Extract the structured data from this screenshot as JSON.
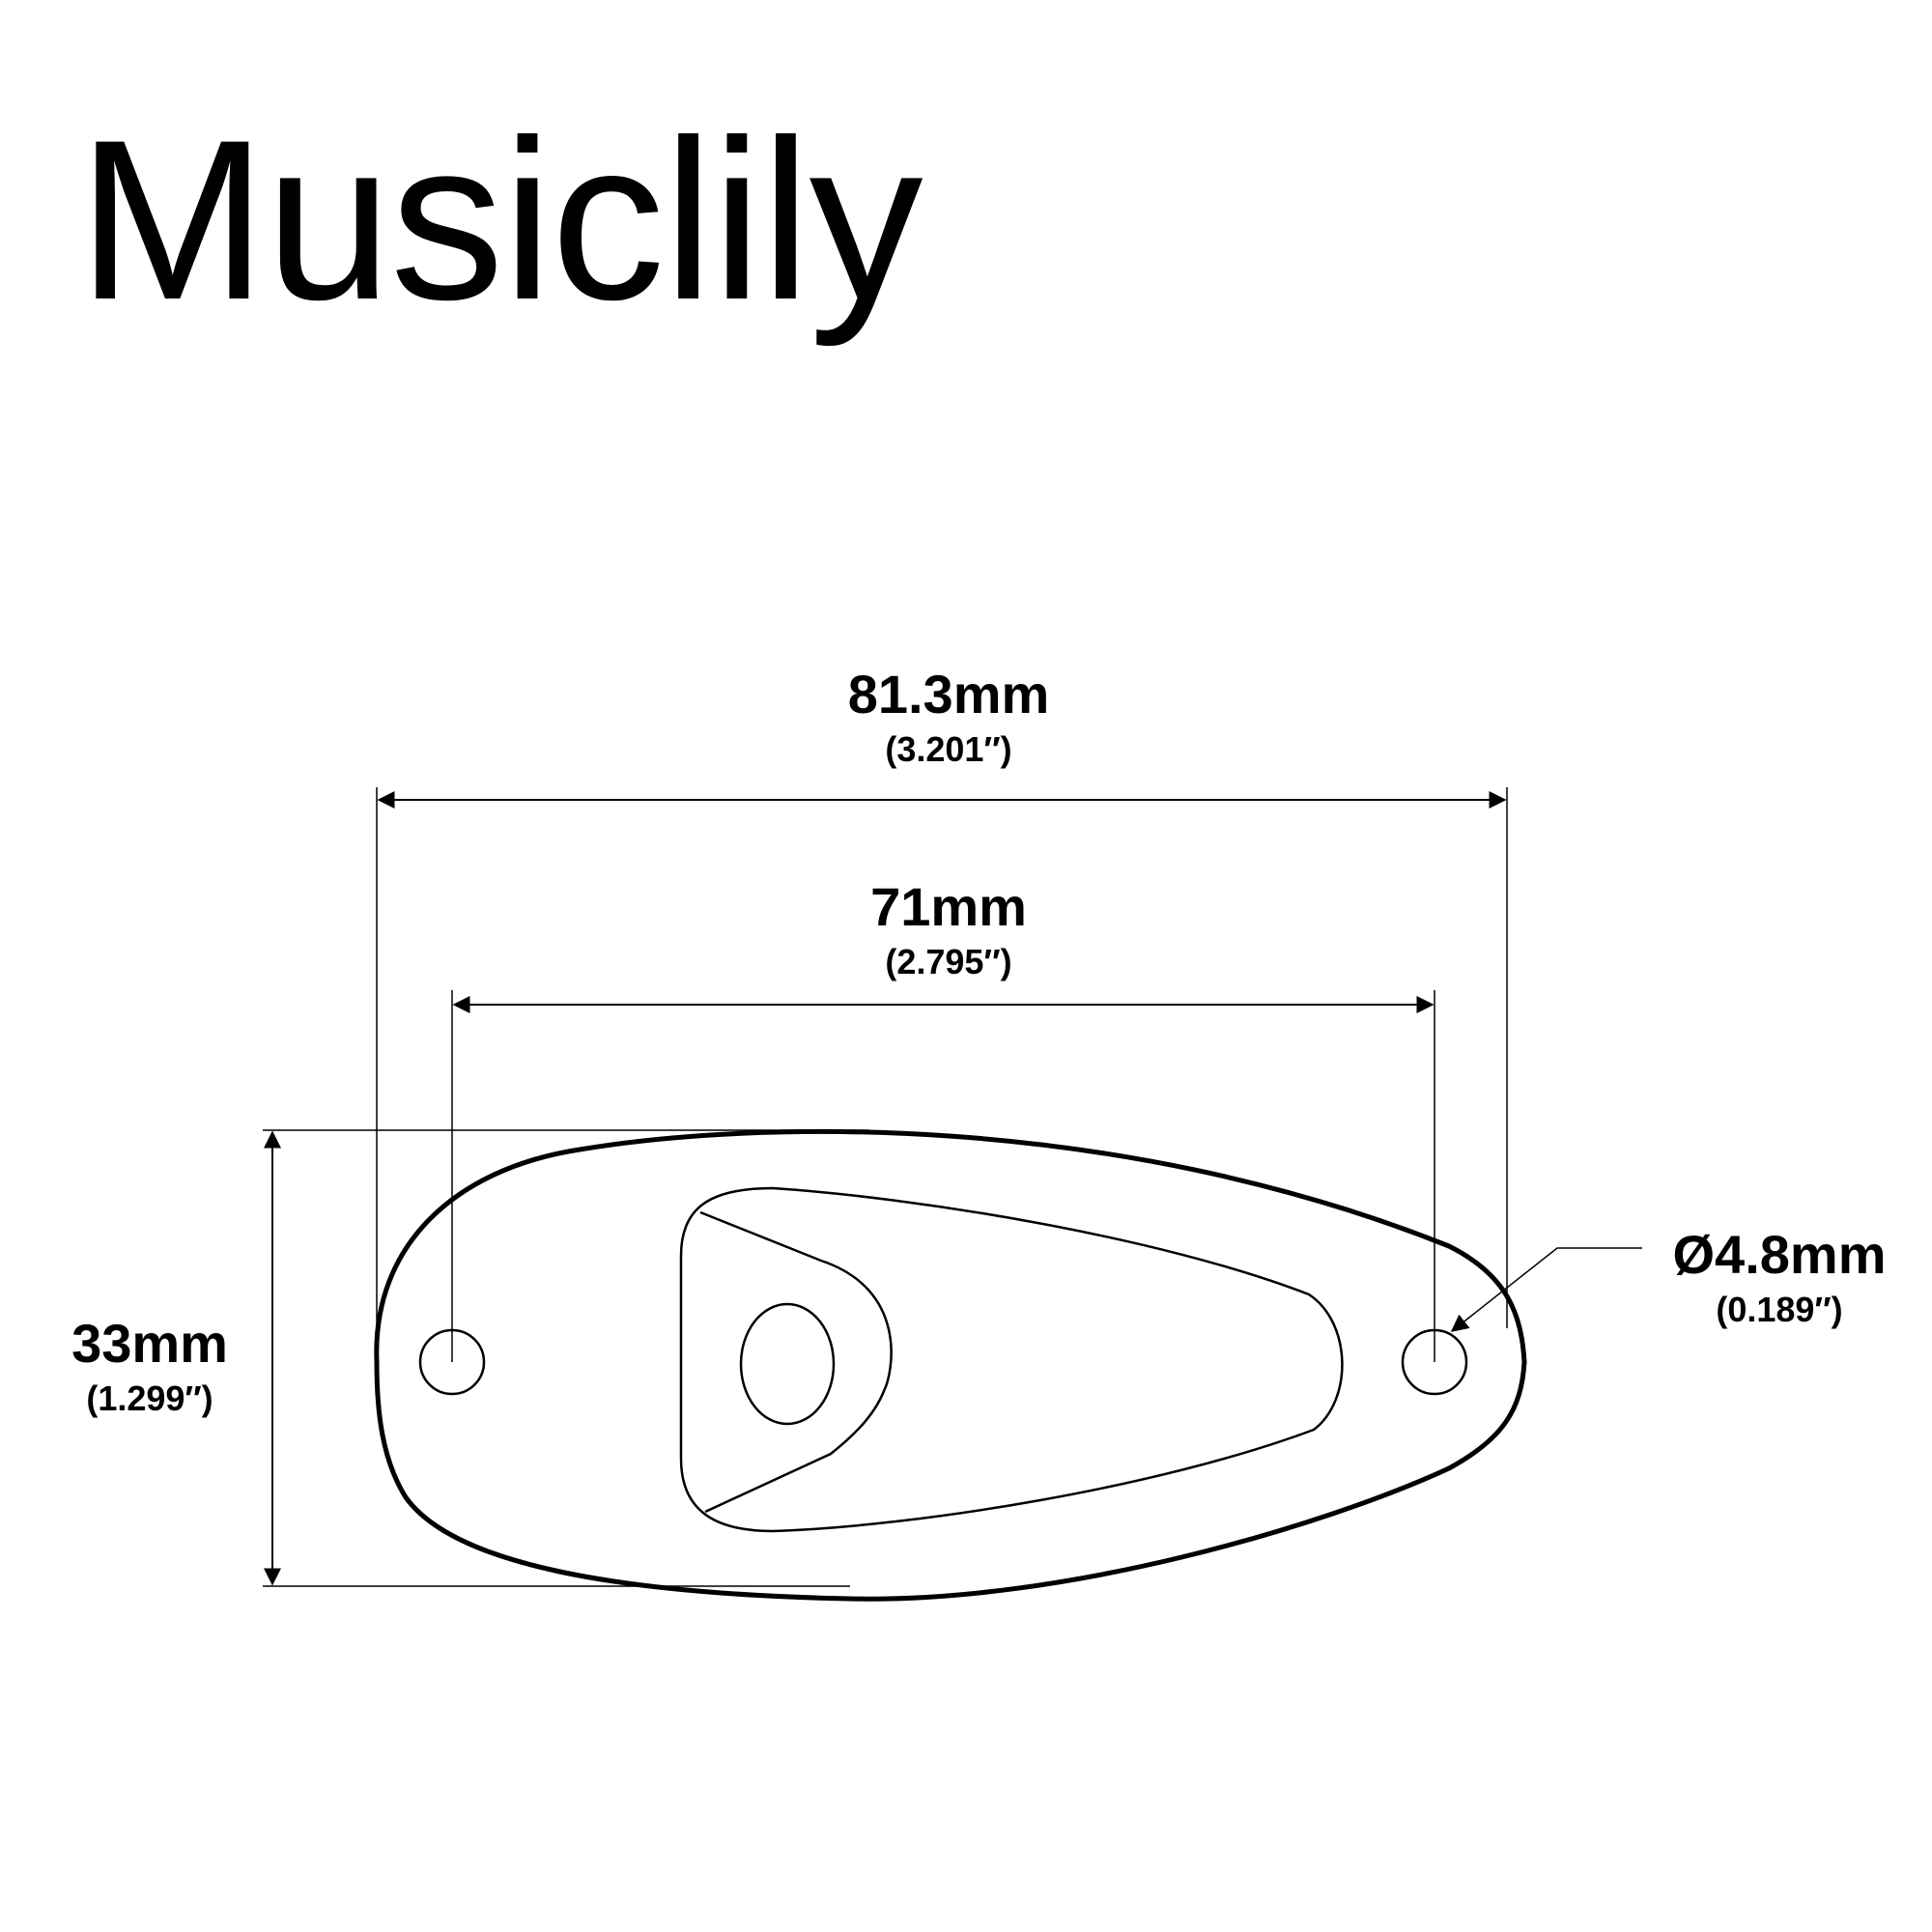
{
  "brand": "Musiclily",
  "dimensions": {
    "overall_length": {
      "metric": "81.3mm",
      "imperial": "(3.201″)"
    },
    "hole_spacing": {
      "metric": "71mm",
      "imperial": "(2.795″)"
    },
    "width": {
      "metric": "33mm",
      "imperial": "(1.299″)"
    },
    "hole_diameter": {
      "metric": "Ø4.8mm",
      "imperial": "(0.189″)"
    }
  },
  "colors": {
    "line": "#000000",
    "background": "#ffffff"
  }
}
